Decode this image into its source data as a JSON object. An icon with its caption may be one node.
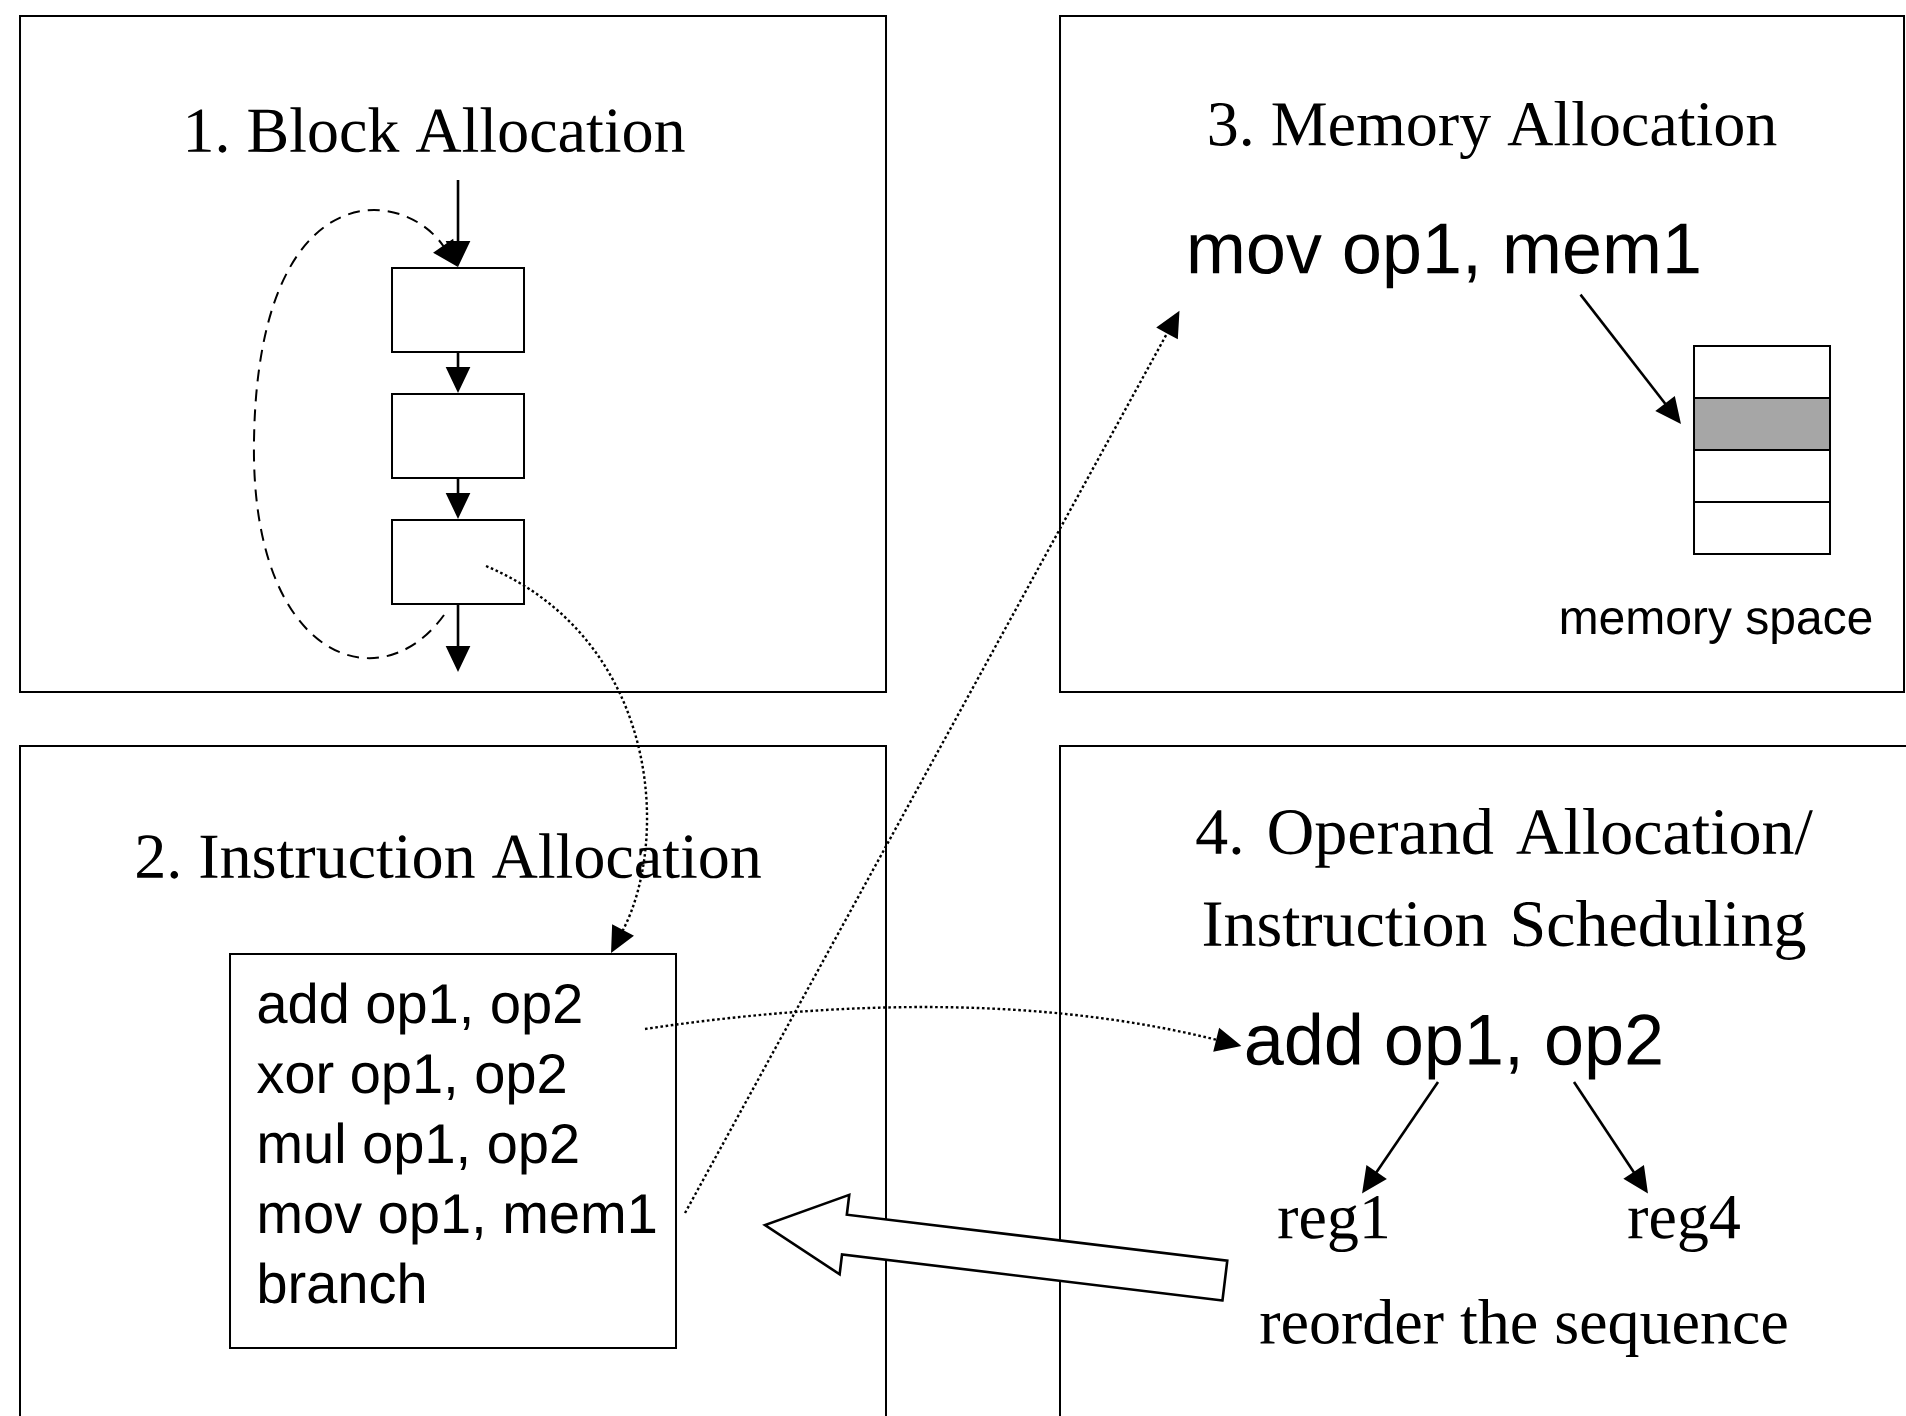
{
  "diagram": {
    "nodes": [
      {
        "text": [
          "1. Block Allocation"
        ]
      },
      {
        "text": [],
        "shape": "box",
        "in": 0
      },
      {
        "text": [],
        "shape": "box",
        "in": 0
      },
      {
        "text": [],
        "shape": "box",
        "in": 0
      },
      {
        "text": [
          "3. Memory Allocation"
        ]
      },
      {
        "text": [
          "mov op1, mem1"
        ],
        "in": 4
      },
      {
        "text": [],
        "shape": "box",
        "in": 4,
        "beside": [
          "memory space"
        ]
      },
      {
        "text": [
          "2. Instruction Allocation"
        ]
      },
      {
        "text": [
          "add op1, op2",
          "xor op1, op2",
          "mul op1, op2",
          "mov op1, mem1",
          "branch"
        ],
        "in": 7
      },
      {
        "text": [
          "4. Operand Allocation/ Instruction Scheduling"
        ]
      },
      {
        "text": [
          "add op1, op2"
        ],
        "in": 9
      },
      {
        "text": [
          "reg1"
        ],
        "in": 9
      },
      {
        "text": [
          "reg4"
        ],
        "in": 9
      },
      {
        "text": [
          "reorder the sequence"
        ],
        "in": 9
      }
    ],
    "edges": [
      {
        "from": null,
        "to": 1,
        "arrow": "to"
      },
      {
        "from": 1,
        "to": 2,
        "arrow": "to"
      },
      {
        "from": 2,
        "to": 3,
        "arrow": "to"
      },
      {
        "from": 3,
        "to": null,
        "arrow": "to"
      },
      {
        "from": 3,
        "to": 1,
        "arrow": "to",
        "style": "dashed"
      },
      {
        "from": 3,
        "to": 8,
        "arrow": "to",
        "style": "dashed"
      },
      {
        "from": 8,
        "to": 5,
        "arrow": "to",
        "style": "dashed"
      },
      {
        "from": 8,
        "to": 10,
        "arrow": "to",
        "style": "dashed"
      },
      {
        "from": 5,
        "to": 6,
        "arrow": "to"
      },
      {
        "from": 10,
        "to": 11,
        "arrow": "to"
      },
      {
        "from": 10,
        "to": 12,
        "arrow": "to"
      },
      {
        "from": 13,
        "to": 8,
        "arrow": "to",
        "style": "thick"
      }
    ]
  }
}
